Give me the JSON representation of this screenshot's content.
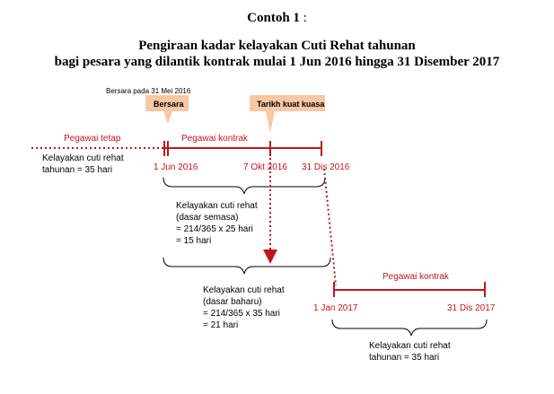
{
  "title": {
    "main": "Contoh 1",
    "colon": " :",
    "line1": "Pengiraan kadar kelayakan Cuti Rehat tahunan",
    "line2": "bagi pesara yang dilantik kontrak mulai 1 Jun 2016 hingga 31 Disember 2017"
  },
  "callouts": {
    "retired_on": "Bersara pada 31 Mei 2016",
    "bersara": "Bersara",
    "effective": "Tarikh kuat kuasa"
  },
  "timeline1": {
    "permanent_label": "Pegawai tetap",
    "contract_label": "Pegawai kontrak",
    "dates": [
      "1 Jun 2016",
      "7 Okt 2016",
      "31 Dis 2016"
    ]
  },
  "timeline2": {
    "contract_label": "Pegawai kontrak",
    "dates": [
      "1 Jan 2017",
      "31 Dis 2017"
    ]
  },
  "notes": {
    "annual_before": [
      "Kelayakan cuti rehat",
      "tahunan = 35 hari"
    ],
    "current_basis": [
      "Kelayakan cuti rehat",
      "(dasar semasa)",
      "= 214/365 x 25 hari",
      "= 15 hari"
    ],
    "new_basis": [
      "Kelayakan cuti rehat",
      "(dasar baharu)",
      "= 214/365 x 35 hari",
      "= 21 hari"
    ],
    "annual_after": [
      "Kelayakan cuti rehat",
      "tahunan = 35 hari"
    ]
  },
  "colors": {
    "red": "#c0151d",
    "callout_fill": "#f8c7a4",
    "black": "#000000"
  }
}
